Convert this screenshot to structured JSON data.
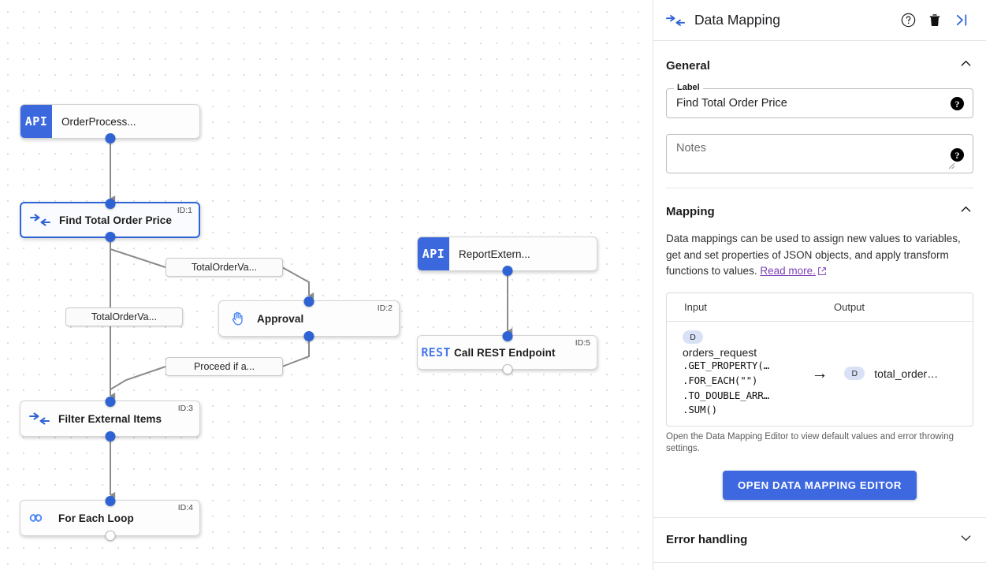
{
  "canvas": {
    "nodes": [
      {
        "id": "",
        "type": "api",
        "badge": "API",
        "title": "OrderProcess...",
        "icon": "api-icon"
      },
      {
        "id": "ID:1",
        "type": "mapping",
        "title": "Find Total Order Price",
        "icon": "data-mapping-icon",
        "selected": true
      },
      {
        "id": "ID:2",
        "type": "approval",
        "title": "Approval",
        "icon": "hand-icon"
      },
      {
        "id": "ID:3",
        "type": "mapping",
        "title": "Filter External Items",
        "icon": "data-mapping-icon"
      },
      {
        "id": "ID:4",
        "type": "loop",
        "title": "For Each Loop",
        "icon": "infinity-icon"
      },
      {
        "id": "",
        "type": "api",
        "badge": "API",
        "title": "ReportExtern...",
        "icon": "api-icon"
      },
      {
        "id": "ID:5",
        "type": "rest",
        "badge": "REST",
        "title": "Call REST Endpoint",
        "icon": "rest-icon"
      }
    ],
    "edge_labels": [
      {
        "text": "TotalOrderVa..."
      },
      {
        "text": "TotalOrderVa..."
      },
      {
        "text": "Proceed if a..."
      }
    ]
  },
  "panel": {
    "header": {
      "icon": "data-mapping-icon",
      "title": "Data Mapping",
      "help_icon": "help-circle-icon",
      "delete_icon": "trash-icon",
      "collapse_icon": "collapse-panel-icon"
    },
    "general": {
      "title": "General",
      "collapse_state": "expanded",
      "label_field": {
        "legend": "Label",
        "value": "Find Total Order Price",
        "help": "?"
      },
      "notes_field": {
        "placeholder": "Notes",
        "value": "",
        "help": "?"
      }
    },
    "mapping": {
      "title": "Mapping",
      "collapse_state": "expanded",
      "description": "Data mappings can be used to assign new values to variables, get and set properties of JSON objects, and apply transform functions to values.",
      "read_more": "Read more.",
      "table": {
        "columns": [
          "Input",
          "Output"
        ],
        "rows": [
          {
            "input_chip": "D",
            "input_name": "orders_request",
            "input_functions": [
              ".GET_PROPERTY(…",
              ".FOR_EACH(\"\")",
              ".TO_DOUBLE_ARR…",
              ".SUM()"
            ],
            "arrow": "→",
            "output_chip": "D",
            "output_name": "total_order…"
          }
        ]
      },
      "hint": "Open the Data Mapping Editor to view default values and error throwing settings.",
      "button": "OPEN DATA MAPPING EDITOR"
    },
    "error_handling": {
      "title": "Error handling",
      "collapse_state": "collapsed"
    }
  },
  "colors": {
    "accent": "#3d68e0",
    "node_port": "#2f63d4",
    "link": "#7b3fb8",
    "chip_bg": "#d9e1f7"
  }
}
